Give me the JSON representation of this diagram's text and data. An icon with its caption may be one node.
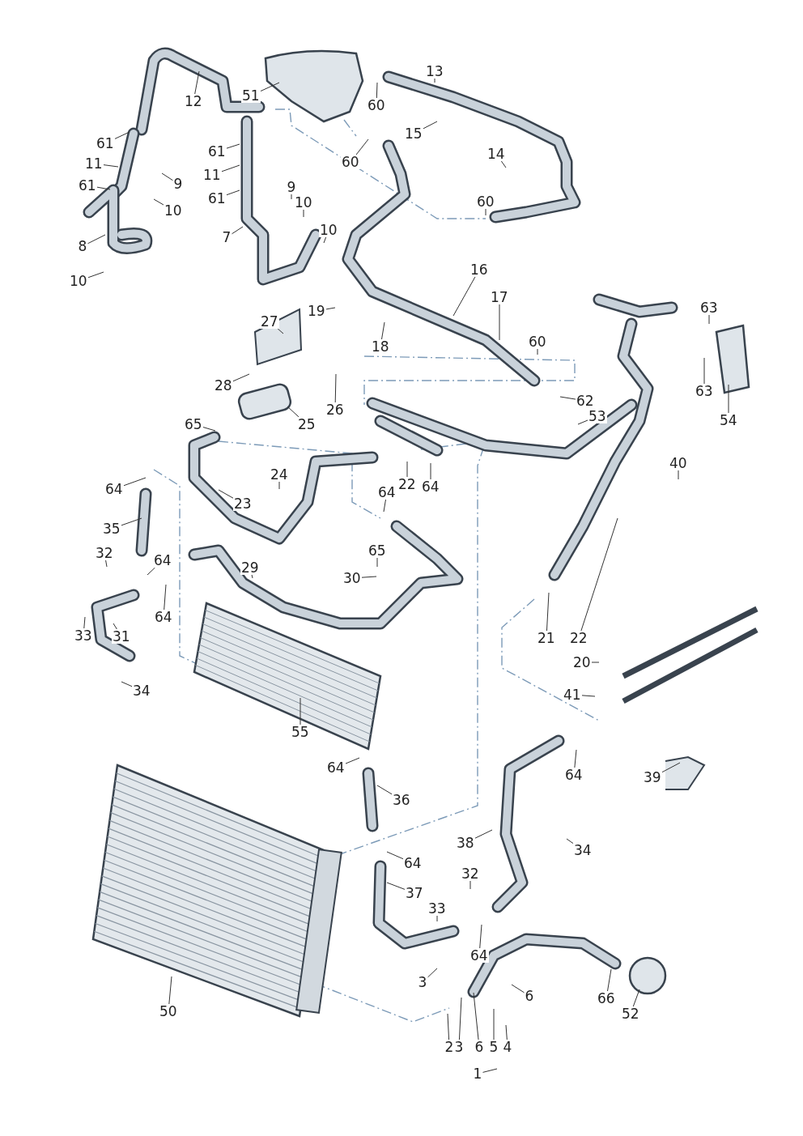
{
  "diagram": {
    "nodes": [
      {
        "text": [
          "51"
        ]
      },
      {
        "text": [
          "12"
        ]
      },
      {
        "text": [
          "13"
        ]
      },
      {
        "text": [
          "60"
        ]
      },
      {
        "text": [
          "15"
        ]
      },
      {
        "text": [
          "61"
        ]
      },
      {
        "text": [
          "11"
        ]
      },
      {
        "text": [
          "61"
        ]
      },
      {
        "text": [
          "9"
        ]
      },
      {
        "text": [
          "10"
        ]
      },
      {
        "text": [
          "8"
        ]
      },
      {
        "text": [
          "10"
        ]
      },
      {
        "text": [
          "61"
        ]
      },
      {
        "text": [
          "11"
        ]
      },
      {
        "text": [
          "61"
        ]
      },
      {
        "text": [
          "9"
        ]
      },
      {
        "text": [
          "10"
        ]
      },
      {
        "text": [
          "10"
        ]
      },
      {
        "text": [
          "7"
        ]
      },
      {
        "text": [
          "60"
        ]
      },
      {
        "text": [
          "14"
        ]
      },
      {
        "text": [
          "60"
        ]
      },
      {
        "text": [
          "16"
        ]
      },
      {
        "text": [
          "17"
        ]
      },
      {
        "text": [
          "19"
        ]
      },
      {
        "text": [
          "27"
        ]
      },
      {
        "text": [
          "18"
        ]
      },
      {
        "text": [
          "60"
        ]
      },
      {
        "text": [
          "63"
        ]
      },
      {
        "text": [
          "63"
        ]
      },
      {
        "text": [
          "54"
        ]
      },
      {
        "text": [
          "62"
        ]
      },
      {
        "text": [
          "53"
        ]
      },
      {
        "text": [
          "28"
        ]
      },
      {
        "text": [
          "26"
        ]
      },
      {
        "text": [
          "25"
        ]
      },
      {
        "text": [
          "65"
        ]
      },
      {
        "text": [
          "24"
        ]
      },
      {
        "text": [
          "23"
        ]
      },
      {
        "text": [
          "64"
        ]
      },
      {
        "text": [
          "64"
        ]
      },
      {
        "text": [
          "22"
        ]
      },
      {
        "text": [
          "64"
        ]
      },
      {
        "text": [
          "40"
        ]
      },
      {
        "text": [
          "35"
        ]
      },
      {
        "text": [
          "65"
        ]
      },
      {
        "text": [
          "32"
        ]
      },
      {
        "text": [
          "64"
        ]
      },
      {
        "text": [
          "29"
        ]
      },
      {
        "text": [
          "30"
        ]
      },
      {
        "text": [
          "64"
        ]
      },
      {
        "text": [
          "33"
        ]
      },
      {
        "text": [
          "31"
        ]
      },
      {
        "text": [
          "21"
        ]
      },
      {
        "text": [
          "22"
        ]
      },
      {
        "text": [
          "20"
        ]
      },
      {
        "text": [
          "41"
        ]
      },
      {
        "text": [
          "34"
        ]
      },
      {
        "text": [
          "55"
        ]
      },
      {
        "text": [
          "64"
        ]
      },
      {
        "text": [
          "64"
        ]
      },
      {
        "text": [
          "39"
        ]
      },
      {
        "text": [
          "36"
        ]
      },
      {
        "text": [
          "38"
        ]
      },
      {
        "text": [
          "34"
        ]
      },
      {
        "text": [
          "64"
        ]
      },
      {
        "text": [
          "32"
        ]
      },
      {
        "text": [
          "37"
        ]
      },
      {
        "text": [
          "33"
        ]
      },
      {
        "text": [
          "64"
        ]
      },
      {
        "text": [
          "3"
        ]
      },
      {
        "text": [
          "6"
        ]
      },
      {
        "text": [
          "66"
        ]
      },
      {
        "text": [
          "50"
        ]
      },
      {
        "text": [
          "52"
        ]
      },
      {
        "text": [
          "2"
        ]
      },
      {
        "text": [
          "3"
        ]
      },
      {
        "text": [
          "6"
        ]
      },
      {
        "text": [
          "5"
        ]
      },
      {
        "text": [
          "4"
        ]
      },
      {
        "text": [
          "1"
        ]
      }
    ],
    "edges": [
      {
        "from": 0,
        "to": null,
        "arrow": "none"
      },
      {
        "from": 1,
        "to": null,
        "arrow": "none"
      },
      {
        "from": 2,
        "to": null,
        "arrow": "none"
      },
      {
        "from": 3,
        "to": null,
        "arrow": "none"
      },
      {
        "from": 4,
        "to": null,
        "arrow": "none"
      },
      {
        "from": 5,
        "to": null,
        "arrow": "none"
      },
      {
        "from": 6,
        "to": null,
        "arrow": "none"
      },
      {
        "from": 7,
        "to": null,
        "arrow": "none"
      },
      {
        "from": 8,
        "to": null,
        "arrow": "none"
      },
      {
        "from": 9,
        "to": null,
        "arrow": "none"
      },
      {
        "from": 10,
        "to": null,
        "arrow": "none"
      },
      {
        "from": 11,
        "to": null,
        "arrow": "none"
      },
      {
        "from": 12,
        "to": null,
        "arrow": "none"
      },
      {
        "from": 13,
        "to": null,
        "arrow": "none"
      },
      {
        "from": 14,
        "to": null,
        "arrow": "none"
      },
      {
        "from": 15,
        "to": null,
        "arrow": "none"
      },
      {
        "from": 16,
        "to": null,
        "arrow": "none"
      },
      {
        "from": 17,
        "to": null,
        "arrow": "none"
      },
      {
        "from": 18,
        "to": null,
        "arrow": "none"
      },
      {
        "from": 19,
        "to": null,
        "arrow": "none"
      },
      {
        "from": 20,
        "to": null,
        "arrow": "none"
      },
      {
        "from": 21,
        "to": null,
        "arrow": "none"
      },
      {
        "from": 22,
        "to": null,
        "arrow": "none"
      },
      {
        "from": 23,
        "to": null,
        "arrow": "none"
      },
      {
        "from": 24,
        "to": null,
        "arrow": "none"
      },
      {
        "from": 25,
        "to": null,
        "arrow": "none"
      },
      {
        "from": 26,
        "to": null,
        "arrow": "none"
      },
      {
        "from": 27,
        "to": null,
        "arrow": "none"
      },
      {
        "from": 28,
        "to": null,
        "arrow": "none"
      },
      {
        "from": 29,
        "to": null,
        "arrow": "none"
      },
      {
        "from": 30,
        "to": null,
        "arrow": "none"
      },
      {
        "from": 31,
        "to": null,
        "arrow": "none"
      },
      {
        "from": 32,
        "to": null,
        "arrow": "none"
      },
      {
        "from": 33,
        "to": null,
        "arrow": "none"
      },
      {
        "from": 34,
        "to": null,
        "arrow": "none"
      },
      {
        "from": 35,
        "to": null,
        "arrow": "none"
      },
      {
        "from": 36,
        "to": null,
        "arrow": "none"
      },
      {
        "from": 37,
        "to": null,
        "arrow": "none"
      },
      {
        "from": 38,
        "to": null,
        "arrow": "none"
      },
      {
        "from": 39,
        "to": null,
        "arrow": "none"
      },
      {
        "from": 40,
        "to": null,
        "arrow": "none"
      },
      {
        "from": 41,
        "to": null,
        "arrow": "none"
      },
      {
        "from": 42,
        "to": null,
        "arrow": "none"
      },
      {
        "from": 43,
        "to": null,
        "arrow": "none"
      },
      {
        "from": 44,
        "to": null,
        "arrow": "none"
      },
      {
        "from": 45,
        "to": null,
        "arrow": "none"
      },
      {
        "from": 46,
        "to": null,
        "arrow": "none"
      },
      {
        "from": 47,
        "to": null,
        "arrow": "none"
      },
      {
        "from": 48,
        "to": null,
        "arrow": "none"
      },
      {
        "from": 49,
        "to": null,
        "arrow": "none"
      },
      {
        "from": 50,
        "to": null,
        "arrow": "none"
      },
      {
        "from": 51,
        "to": null,
        "arrow": "none"
      },
      {
        "from": 52,
        "to": null,
        "arrow": "none"
      },
      {
        "from": 53,
        "to": null,
        "arrow": "none"
      },
      {
        "from": 54,
        "to": null,
        "arrow": "none"
      },
      {
        "from": 55,
        "to": null,
        "arrow": "none"
      },
      {
        "from": 56,
        "to": null,
        "arrow": "none"
      },
      {
        "from": 57,
        "to": null,
        "arrow": "none"
      },
      {
        "from": 58,
        "to": null,
        "arrow": "none"
      },
      {
        "from": 59,
        "to": null,
        "arrow": "none"
      },
      {
        "from": 60,
        "to": null,
        "arrow": "none"
      },
      {
        "from": 61,
        "to": null,
        "arrow": "none"
      },
      {
        "from": 62,
        "to": null,
        "arrow": "none"
      },
      {
        "from": 63,
        "to": null,
        "arrow": "none"
      },
      {
        "from": 64,
        "to": null,
        "arrow": "none"
      },
      {
        "from": 65,
        "to": null,
        "arrow": "none"
      },
      {
        "from": 66,
        "to": null,
        "arrow": "none"
      },
      {
        "from": 67,
        "to": null,
        "arrow": "none"
      },
      {
        "from": 68,
        "to": null,
        "arrow": "none"
      },
      {
        "from": 69,
        "to": null,
        "arrow": "none"
      },
      {
        "from": 70,
        "to": null,
        "arrow": "none"
      },
      {
        "from": 71,
        "to": null,
        "arrow": "none"
      },
      {
        "from": 72,
        "to": null,
        "arrow": "none"
      },
      {
        "from": 73,
        "to": null,
        "arrow": "none"
      },
      {
        "from": 74,
        "to": null,
        "arrow": "none"
      },
      {
        "from": 75,
        "to": null,
        "arrow": "none"
      },
      {
        "from": 76,
        "to": null,
        "arrow": "none"
      },
      {
        "from": 77,
        "to": null,
        "arrow": "none"
      },
      {
        "from": 78,
        "to": null,
        "arrow": "none"
      },
      {
        "from": 79,
        "to": null,
        "arrow": "none"
      },
      {
        "from": 80,
        "to": null,
        "arrow": "none"
      }
    ]
  }
}
